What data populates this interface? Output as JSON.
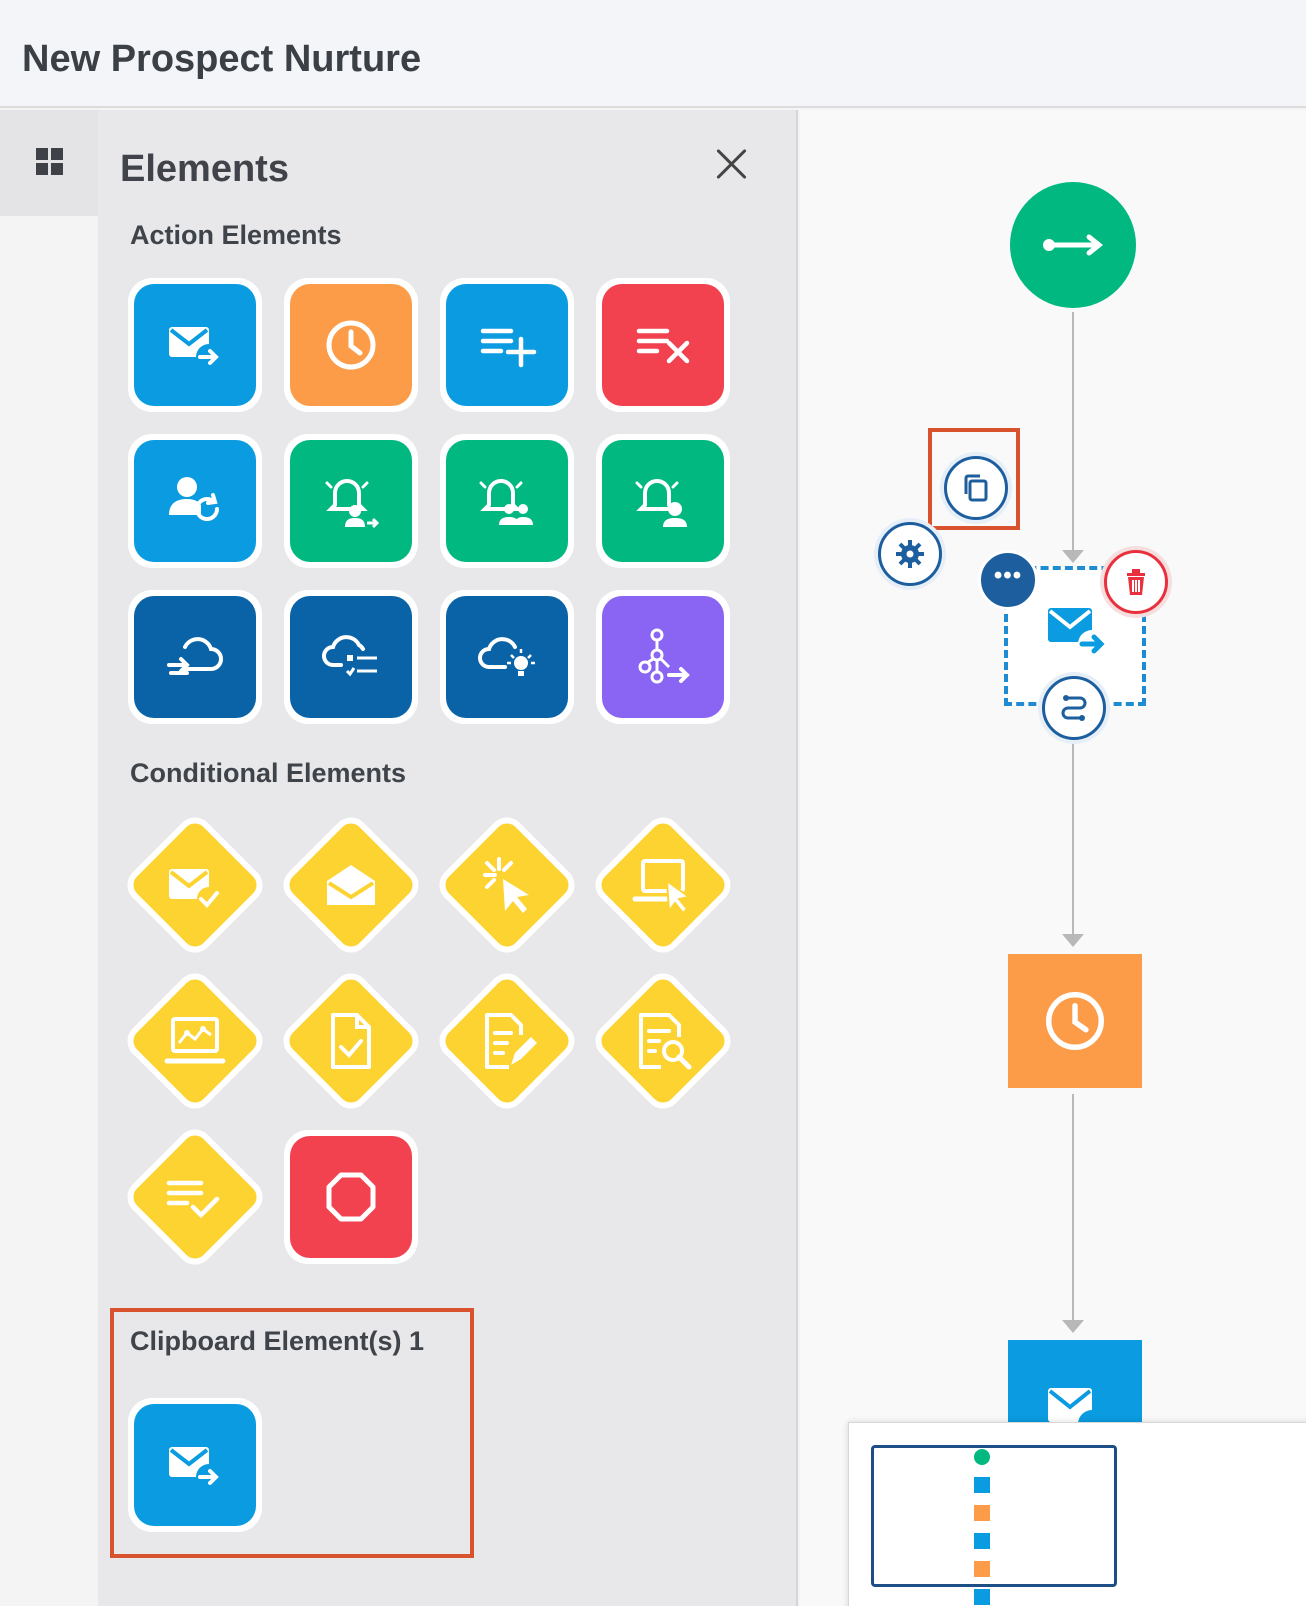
{
  "header": {
    "title": "New Prospect Nurture"
  },
  "panel": {
    "title": "Elements",
    "action_section": "Action Elements",
    "conditional_section": "Conditional Elements",
    "clipboard_section": "Clipboard Element(s) 1"
  },
  "action_elements": [
    {
      "icon": "send-email-icon",
      "color": "#0a9be0"
    },
    {
      "icon": "wait-clock-icon",
      "color": "#fd9c48"
    },
    {
      "icon": "add-to-list-icon",
      "color": "#0a9be0"
    },
    {
      "icon": "remove-from-list-icon",
      "color": "#f2414f"
    },
    {
      "icon": "change-owner-icon",
      "color": "#0a9be0"
    },
    {
      "icon": "notify-user-icon",
      "color": "#00b880"
    },
    {
      "icon": "notify-team-icon",
      "color": "#00b880"
    },
    {
      "icon": "notify-assigned-user-icon",
      "color": "#00b880"
    },
    {
      "icon": "cloud-sync-icon",
      "color": "#0a63a6"
    },
    {
      "icon": "cloud-list-icon",
      "color": "#0a63a6"
    },
    {
      "icon": "cloud-idea-icon",
      "color": "#0a63a6"
    },
    {
      "icon": "split-path-icon",
      "color": "#8a64f2"
    }
  ],
  "conditional_elements": [
    {
      "icon": "email-sent-check-icon"
    },
    {
      "icon": "email-opened-icon"
    },
    {
      "icon": "link-clicked-icon"
    },
    {
      "icon": "web-visit-icon"
    },
    {
      "icon": "score-chart-icon"
    },
    {
      "icon": "form-submitted-icon"
    },
    {
      "icon": "form-filled-icon"
    },
    {
      "icon": "form-viewed-icon"
    },
    {
      "icon": "list-check-icon"
    }
  ],
  "end_element": {
    "icon": "stop-icon",
    "color": "#f2414f"
  },
  "clipboard_elements": [
    {
      "icon": "send-email-icon",
      "color": "#0a9be0"
    }
  ],
  "colors": {
    "start_node": "#00b880",
    "selection_outline": "#1e8bd2",
    "delete": "#e8303e",
    "highlight": "#d9522e"
  }
}
